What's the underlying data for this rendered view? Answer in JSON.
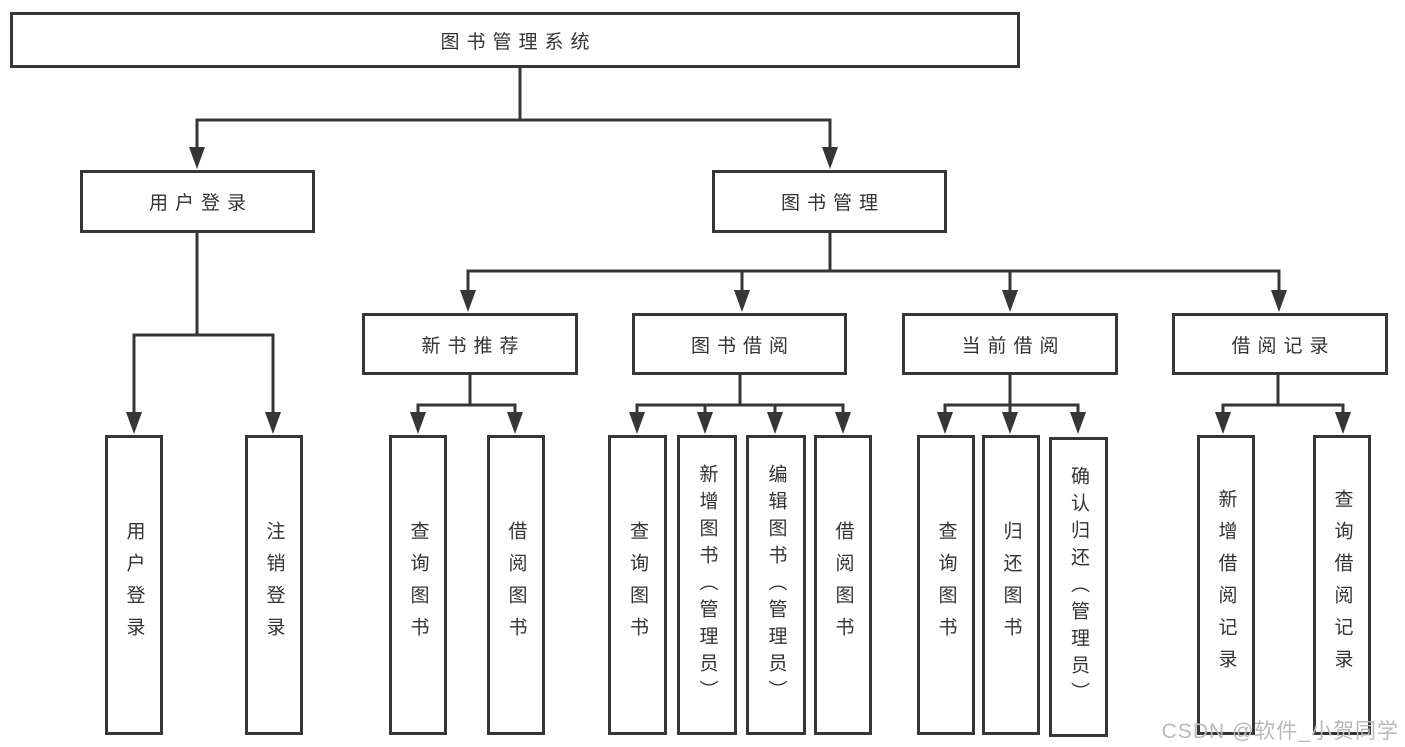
{
  "diagram": {
    "title": "图书管理系统",
    "type_hint": "functional-decomposition-tree",
    "colors": {
      "line": "#363636",
      "box_border": "#363636",
      "text": "#333333",
      "background": "#ffffff",
      "watermark": "#b9b9b9"
    },
    "tree": {
      "label": "图书管理系统",
      "children": [
        {
          "label": "用户登录",
          "children": [
            {
              "label": "用户登录"
            },
            {
              "label": "注销登录"
            }
          ]
        },
        {
          "label": "图书管理",
          "children": [
            {
              "label": "新书推荐",
              "children": [
                {
                  "label": "查询图书"
                },
                {
                  "label": "借阅图书"
                }
              ]
            },
            {
              "label": "图书借阅",
              "children": [
                {
                  "label": "查询图书"
                },
                {
                  "label": "新增图书（管理员）"
                },
                {
                  "label": "编辑图书（管理员）"
                },
                {
                  "label": "借阅图书"
                }
              ]
            },
            {
              "label": "当前借阅",
              "children": [
                {
                  "label": "查询图书"
                },
                {
                  "label": "归还图书"
                },
                {
                  "label": "确认归还（管理员）"
                }
              ]
            },
            {
              "label": "借阅记录",
              "children": [
                {
                  "label": "新增借阅记录"
                },
                {
                  "label": "查询借阅记录"
                }
              ]
            }
          ]
        }
      ]
    },
    "watermark": "CSDN @软件_小贺同学"
  }
}
